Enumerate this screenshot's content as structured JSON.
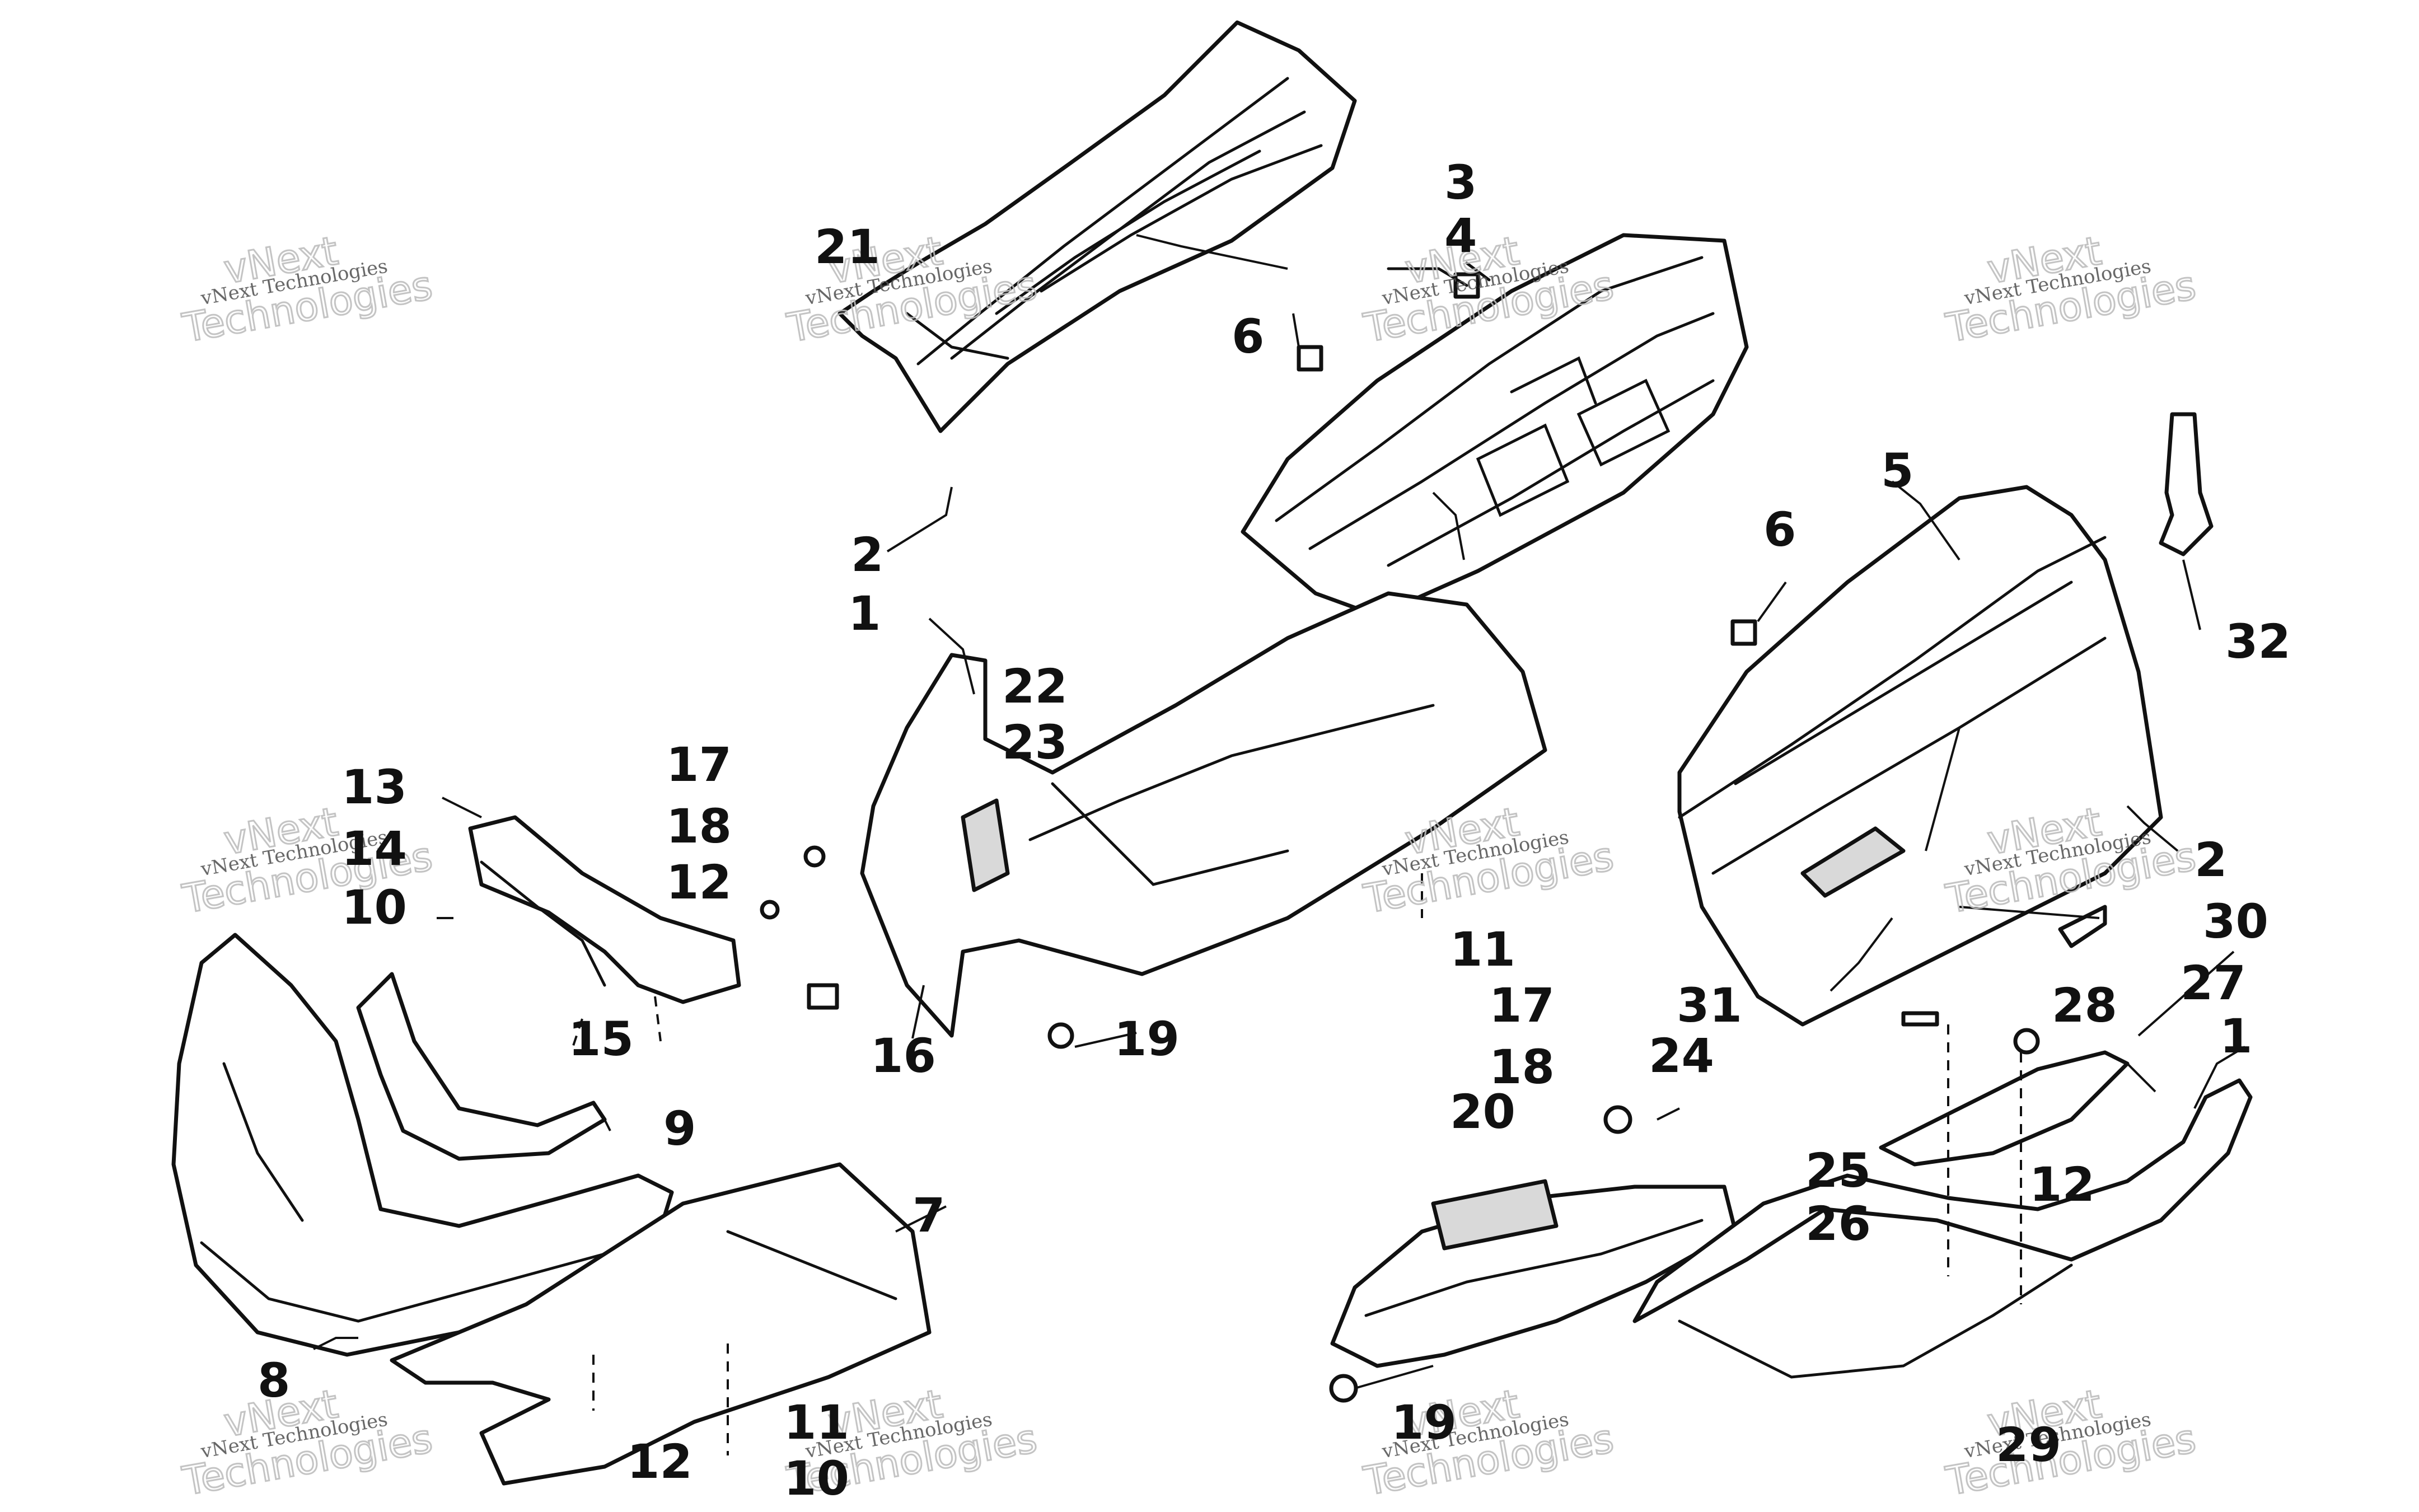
{
  "watermark": {
    "title": "vNext",
    "line1": "vNext Technologies",
    "line2": "Technologies"
  },
  "callouts": [
    {
      "id": "c1a",
      "label": "1"
    },
    {
      "id": "c1b",
      "label": "1"
    },
    {
      "id": "c2a",
      "label": "2"
    },
    {
      "id": "c2b",
      "label": "2"
    },
    {
      "id": "c3",
      "label": "3"
    },
    {
      "id": "c4",
      "label": "4"
    },
    {
      "id": "c5",
      "label": "5"
    },
    {
      "id": "c6a",
      "label": "6"
    },
    {
      "id": "c6b",
      "label": "6"
    },
    {
      "id": "c7",
      "label": "7"
    },
    {
      "id": "c8",
      "label": "8"
    },
    {
      "id": "c9",
      "label": "9"
    },
    {
      "id": "c10a",
      "label": "10"
    },
    {
      "id": "c10b",
      "label": "10"
    },
    {
      "id": "c11a",
      "label": "11"
    },
    {
      "id": "c11b",
      "label": "11"
    },
    {
      "id": "c12a",
      "label": "12"
    },
    {
      "id": "c12b",
      "label": "12"
    },
    {
      "id": "c12c",
      "label": "12"
    },
    {
      "id": "c13",
      "label": "13"
    },
    {
      "id": "c14",
      "label": "14"
    },
    {
      "id": "c15",
      "label": "15"
    },
    {
      "id": "c16",
      "label": "16"
    },
    {
      "id": "c17a",
      "label": "17"
    },
    {
      "id": "c17b",
      "label": "17"
    },
    {
      "id": "c18a",
      "label": "18"
    },
    {
      "id": "c18b",
      "label": "18"
    },
    {
      "id": "c19a",
      "label": "19"
    },
    {
      "id": "c19b",
      "label": "19"
    },
    {
      "id": "c20",
      "label": "20"
    },
    {
      "id": "c21",
      "label": "21"
    },
    {
      "id": "c22",
      "label": "22"
    },
    {
      "id": "c23",
      "label": "23"
    },
    {
      "id": "c24",
      "label": "24"
    },
    {
      "id": "c25",
      "label": "25"
    },
    {
      "id": "c26",
      "label": "26"
    },
    {
      "id": "c27",
      "label": "27"
    },
    {
      "id": "c28",
      "label": "28"
    },
    {
      "id": "c29",
      "label": "29"
    },
    {
      "id": "c30",
      "label": "30"
    },
    {
      "id": "c31",
      "label": "31"
    },
    {
      "id": "c32",
      "label": "32"
    }
  ]
}
